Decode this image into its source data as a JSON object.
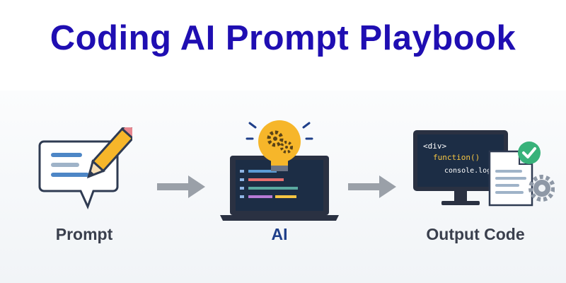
{
  "title": "Coding AI Prompt Playbook",
  "steps": [
    {
      "label": "Prompt",
      "icon": "speech-bubble-pencil-icon"
    },
    {
      "label": "AI",
      "icon": "laptop-lightbulb-icon"
    },
    {
      "label": "Output Code",
      "icon": "monitor-code-document-icon"
    }
  ],
  "code_lines": [
    "<div>",
    "function()",
    "console.log()"
  ],
  "colors": {
    "title": "#1f0eb2",
    "label_prompt": "#3a3f4d",
    "label_ai": "#1f3f8a",
    "label_output": "#3a3f4d",
    "arrow": "#9aa0a8",
    "bulb": "#f6b62a",
    "check": "#38b27a",
    "screen": "#1c2d45",
    "code_text": "#ffffff",
    "code_accent": "#f5c542"
  }
}
